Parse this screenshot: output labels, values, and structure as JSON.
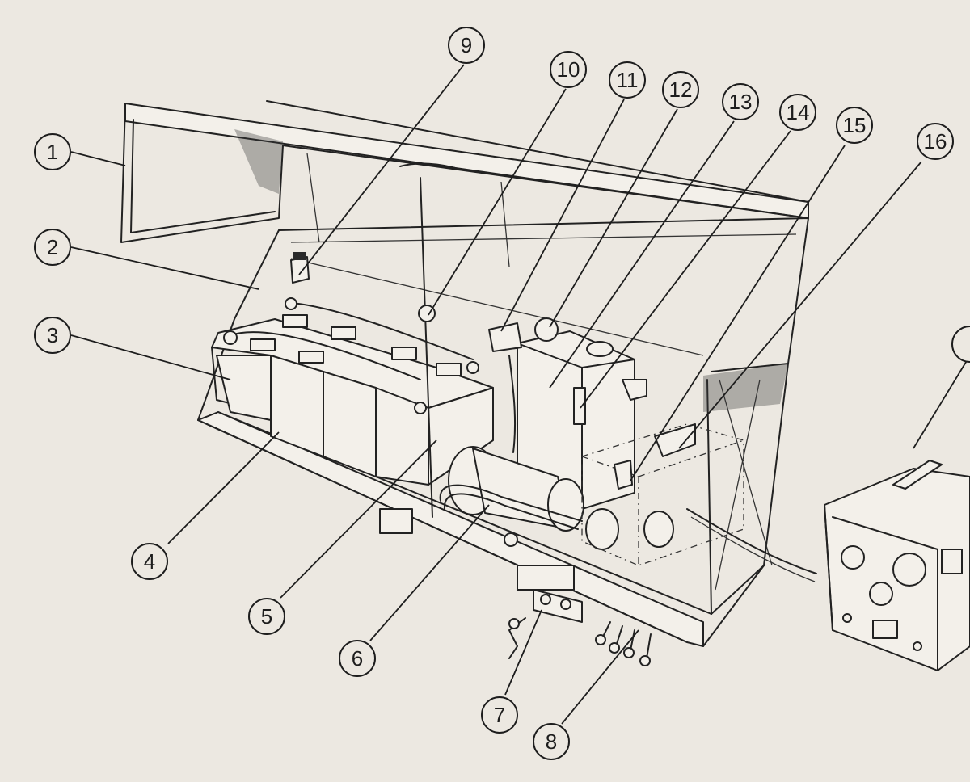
{
  "diagram": {
    "callouts": [
      {
        "label": "1"
      },
      {
        "label": "2"
      },
      {
        "label": "3"
      },
      {
        "label": "4"
      },
      {
        "label": "5"
      },
      {
        "label": "6"
      },
      {
        "label": "7"
      },
      {
        "label": "8"
      },
      {
        "label": "9"
      },
      {
        "label": "10"
      },
      {
        "label": "11"
      },
      {
        "label": "12"
      },
      {
        "label": "13"
      },
      {
        "label": "14"
      },
      {
        "label": "15"
      },
      {
        "label": "16"
      }
    ]
  }
}
